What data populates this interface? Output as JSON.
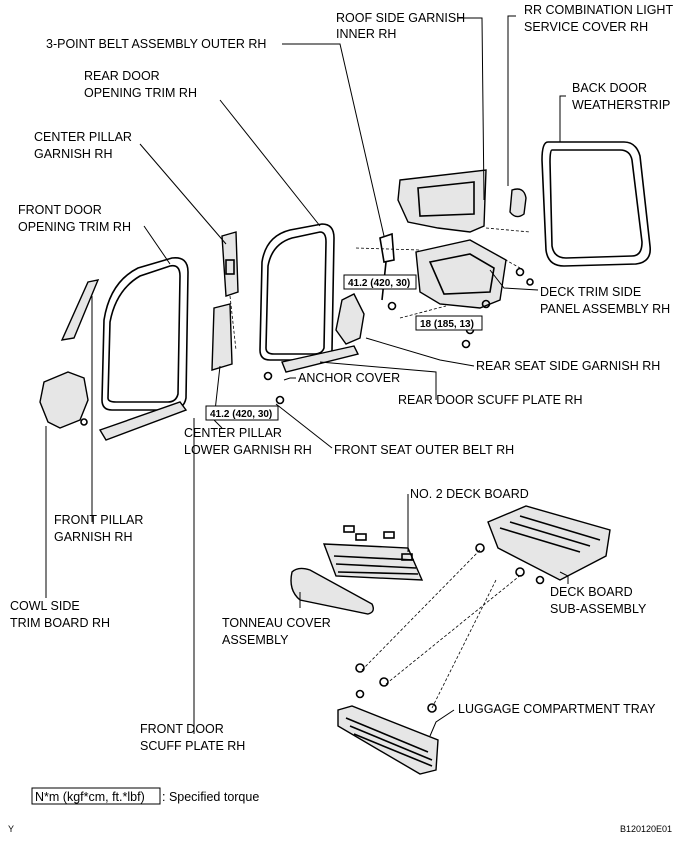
{
  "labels": {
    "roof_side_garnish": [
      "ROOF SIDE GARNISH",
      "INNER RH"
    ],
    "rr_combination": [
      "RR COMBINATION LIGHT",
      "SERVICE COVER RH"
    ],
    "three_point_belt": [
      "3-POINT BELT ASSEMBLY OUTER RH"
    ],
    "rear_door_opening": [
      "REAR DOOR",
      "OPENING TRIM RH"
    ],
    "back_door_weatherstrip": [
      "BACK DOOR",
      "WEATHERSTRIP"
    ],
    "center_pillar_garnish": [
      "CENTER PILLAR",
      "GARNISH RH"
    ],
    "front_door_opening": [
      "FRONT DOOR",
      "OPENING TRIM RH"
    ],
    "deck_trim_side": [
      "DECK TRIM SIDE",
      "PANEL ASSEMBLY RH"
    ],
    "rear_seat_side": [
      "REAR SEAT SIDE GARNISH RH"
    ],
    "anchor_cover": [
      "ANCHOR COVER"
    ],
    "rear_door_scuff": [
      "REAR DOOR SCUFF PLATE RH"
    ],
    "center_pillar_lower": [
      "CENTER PILLAR",
      "LOWER GARNISH RH"
    ],
    "front_seat_outer": [
      "FRONT SEAT OUTER BELT RH"
    ],
    "front_pillar_garnish": [
      "FRONT PILLAR",
      "GARNISH RH"
    ],
    "no2_deck_board": [
      "NO. 2 DECK BOARD"
    ],
    "cowl_side": [
      "COWL SIDE",
      "TRIM BOARD RH"
    ],
    "tonneau_cover": [
      "TONNEAU COVER",
      "ASSEMBLY"
    ],
    "deck_board_sub": [
      "DECK BOARD",
      "SUB-ASSEMBLY"
    ],
    "luggage_tray": [
      "LUGGAGE COMPARTMENT TRAY"
    ],
    "front_door_scuff": [
      "FRONT DOOR",
      "SCUFF PLATE RH"
    ]
  },
  "torques": {
    "t1": "41.2 (420, 30)",
    "t2": "18 (185, 13)",
    "t3": "41.2 (420, 30)"
  },
  "legend": {
    "unit_box": "N*m (kgf*cm, ft.*lbf)",
    "description": ": Specified torque"
  },
  "footer": {
    "left_mark": "Y",
    "figure_id": "B120120E01"
  }
}
